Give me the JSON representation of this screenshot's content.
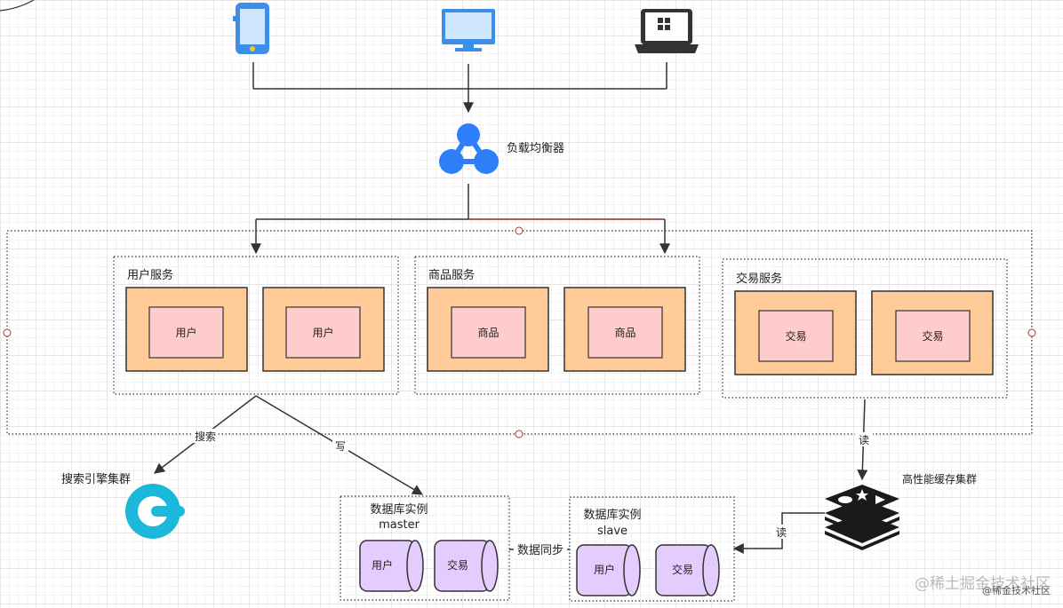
{
  "load_balancer": {
    "label": "负载均衡器"
  },
  "services": [
    {
      "title": "用户服务",
      "instances": [
        "用户",
        "用户"
      ]
    },
    {
      "title": "商品服务",
      "instances": [
        "商品",
        "商品"
      ]
    },
    {
      "title": "交易服务",
      "instances": [
        "交易",
        "交易"
      ]
    }
  ],
  "search": {
    "label": "搜索引擎集群",
    "edge_label": "搜索"
  },
  "write_edge": "写",
  "master": {
    "title": "数据库实例",
    "subtitle": "master",
    "tables": [
      "用户",
      "交易"
    ]
  },
  "sync_edge": "数据同步",
  "slave": {
    "title": "数据库实例",
    "subtitle": "slave",
    "tables": [
      "用户",
      "交易"
    ]
  },
  "cache": {
    "label": "高性能缓存集群",
    "read_edge_top": "读",
    "read_edge_slave": "读"
  },
  "watermark": {
    "main": "@稀土掘金技术社区",
    "sub": "@稀金技术社区"
  },
  "colors": {
    "instance_outer": "#ffcc99",
    "instance_inner": "#ffcccc",
    "db_fill": "#e5ccff",
    "device_blue": "#3b8eea",
    "lb_blue": "#2d7ff9",
    "search_cyan": "#1bb8dc"
  },
  "icons": [
    "phone-icon",
    "monitor-icon",
    "laptop-icon",
    "load-balancer-icon",
    "search-engine-icon",
    "redis-cache-icon"
  ]
}
